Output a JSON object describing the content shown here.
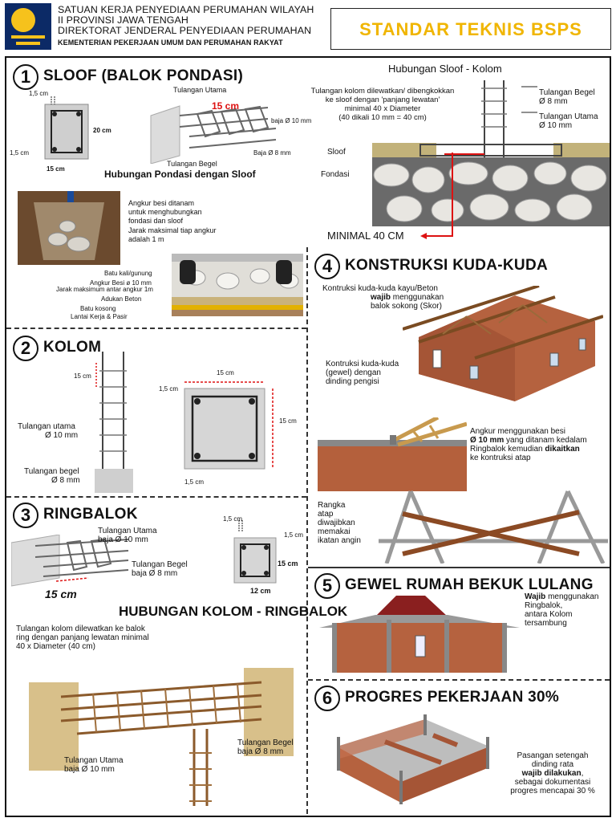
{
  "header": {
    "org_lines": [
      "SATUAN KERJA PENYEDIAAN PERUMAHAN WILAYAH",
      "II PROVINSI JAWA TENGAH",
      "DIREKTORAT JENDERAL PENYEDIAAN PERUMAHAN"
    ],
    "ministry": "KEMENTERIAN PEKERJAAN UMUM DAN PERUMAHAN RAKYAT",
    "title": "STANDAR TEKNIS BSPS"
  },
  "colors": {
    "title": "#f0b500",
    "accent_red": "#dd1111",
    "wood": "#8b5a2b",
    "brick": "#b5623f",
    "steel": "#555555"
  },
  "sections": {
    "s1": {
      "num": "1",
      "title": "SLOOF (BALOK PONDASI)",
      "dims": {
        "top": "1,5 cm",
        "height": "20 cm",
        "bottom": "1,5 cm",
        "width": "15 cm"
      },
      "rebar": {
        "utama": "Tulangan Utama",
        "spacing": "15 cm",
        "baja10": "baja Ø 10 mm",
        "baja8": "Baja Ø 8 mm",
        "begel": "Tulangan Begel"
      },
      "subtitle": "Hubungan Pondasi dengan Sloof",
      "anchor_note": [
        "Angkur besi ditanam",
        "untuk menghubungkan",
        "fondasi dan sloof"
      ],
      "anchor_dist": [
        "Jarak maksimal tiap angkur",
        "adalah 1 m"
      ],
      "legend": [
        "Batu kali/gunung",
        "Angkur Besi ø 10 mm",
        "Jarak maksimum antar angkur 1m",
        "Adukan Beton",
        "Batu kosong",
        "Lantai Kerja & Pasir"
      ]
    },
    "sk": {
      "title": "Hubungan Sloof - Kolom",
      "note": [
        "Tulangan kolom dilewatkan/ dibengkokkan",
        "ke sloof dengan 'panjang lewatan'",
        "minimal 40 x Diameter",
        "(40 dikali 10 mm = 40 cm)"
      ],
      "begel": [
        "Tulangan Begel",
        "Ø 8 mm"
      ],
      "utama": [
        "Tulangan Utama",
        "Ø 10 mm"
      ],
      "sloof": "Sloof",
      "fondasi": "Fondasi",
      "minimal": "MINIMAL 40 CM"
    },
    "s2": {
      "num": "2",
      "title": "KOLOM",
      "spacing": "15 cm",
      "utama": [
        "Tulangan utama",
        "Ø 10 mm"
      ],
      "begel": [
        "Tulangan begel",
        "Ø 8 mm"
      ],
      "dims": {
        "width": "15 cm",
        "cover_top": "1,5 cm",
        "height": "15 cm",
        "cover_bottom": "1,5 cm"
      }
    },
    "s3": {
      "num": "3",
      "title": "RINGBALOK",
      "utama": [
        "Tulangan Utama",
        "baja Ø 10 mm"
      ],
      "begel": [
        "Tulangan Begel",
        "baja Ø 8 mm"
      ],
      "spacing": "15 cm",
      "dims": {
        "cover_top": "1,5 cm",
        "cover_side": "1,5 cm",
        "height": "15 cm",
        "width": "12 cm"
      },
      "subtitle": "HUBUNGAN KOLOM - RINGBALOK",
      "note": [
        "Tulangan kolom dilewatkan ke balok",
        "ring dengan panjang lewatan minimal",
        "40 x Diameter (40 cm)"
      ],
      "begel2": [
        "Tulangan Begel",
        "baja Ø 8 mm"
      ],
      "utama2": [
        "Tulangan Utama",
        "baja Ø 10 mm"
      ]
    },
    "s4": {
      "num": "4",
      "title": "KONSTRUKSI KUDA-KUDA",
      "note1": {
        "l1": "Kontruksi kuda-kuda kayu/Beton",
        "b": "wajib",
        "l2": " menggunakan",
        "l3": "balok sokong (Skor)"
      },
      "note2": [
        "Kontruksi kuda-kuda",
        "(gewel) dengan",
        "dinding pengisi"
      ],
      "note3": {
        "l1": "Angkur menggunakan besi",
        "b1": "Ø 10 mm",
        "l2": " yang ditanam kedalam",
        "l3a": "Ringbalok kemudian ",
        "b2": "dikaitkan",
        "l4": "ke kontruksi atap"
      },
      "note4": [
        "Rangka",
        "atap",
        "diwajibkan",
        "memakai",
        "ikatan angin"
      ]
    },
    "s5": {
      "num": "5",
      "title": "GEWEL RUMAH BEKUK LULANG",
      "note": {
        "b": "Wajib",
        "l1": " menggunakan",
        "l2": "Ringbalok,",
        "l3": "antara Kolom",
        "l4": "tersambung"
      }
    },
    "s6": {
      "num": "6",
      "title": "PROGRES PEKERJAAN 30%",
      "note": {
        "l1": "Pasangan setengah",
        "l2": "dinding rata",
        "b": "wajib dilakukan",
        "l3": ",",
        "l4": "sebagai dokumentasi",
        "l5": "progres mencapai 30 %"
      }
    }
  }
}
